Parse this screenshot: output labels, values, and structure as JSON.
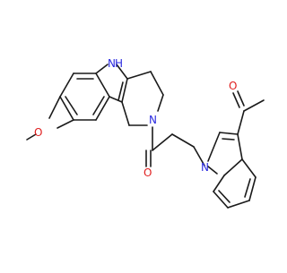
{
  "molecule": {
    "colors": {
      "bond": "#1a1a1a",
      "nitrogen": "#2a2ae0",
      "oxygen": "#e02020",
      "background": "#ffffff"
    },
    "atom_labels": {
      "nh": "N",
      "nh_h": "H",
      "n_amide": "N",
      "n_indole": "N",
      "o_methoxy": "O",
      "o_amide": "O",
      "o_acetyl": "O"
    }
  }
}
